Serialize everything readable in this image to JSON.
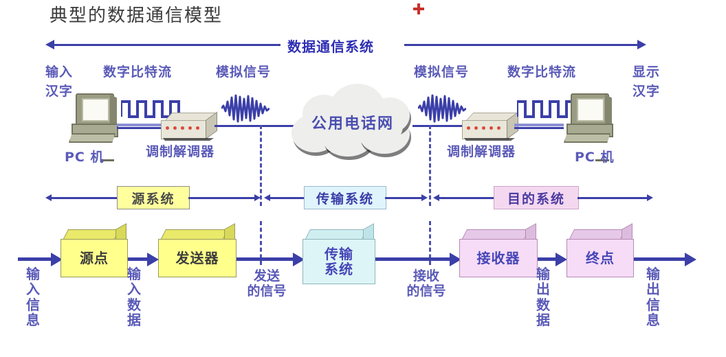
{
  "title": "典型的数据通信模型",
  "marker": {
    "glyph": "+",
    "color": "#c9302c"
  },
  "top_band": {
    "label": "数据通信系统"
  },
  "physical_row": {
    "left_input_label": "输入\n汉字",
    "left_input_line1": "输入",
    "left_input_line2": "汉字",
    "digital_left": "数字比特流",
    "analog_left": "模拟信号",
    "cloud": "公用电话网",
    "analog_right": "模拟信号",
    "digital_right": "数字比特流",
    "right_output_line1": "显示",
    "right_output_line2": "汉字",
    "pc_left": "PC 机",
    "modem_left": "调制解调器",
    "modem_right": "调制解调器",
    "pc_right": "PC 机"
  },
  "systems_band": {
    "source": "源系统",
    "transmission": "传输系统",
    "destination": "目的系统"
  },
  "flow_row": {
    "input_information": [
      "输",
      "入",
      "信",
      "息"
    ],
    "source_point": "源点",
    "input_data": [
      "输",
      "入",
      "数",
      "据"
    ],
    "transmitter": "发送器",
    "sent_signal_line1": "发送",
    "sent_signal_line2": "的信号",
    "transmission_system_line1": "传输",
    "transmission_system_line2": "系统",
    "received_signal_line1": "接收",
    "received_signal_line2": "的信号",
    "receiver": "接收器",
    "output_data": [
      "输",
      "出",
      "数",
      "据"
    ],
    "endpoint": "终点",
    "output_information": [
      "输",
      "出",
      "信",
      "息"
    ]
  },
  "colors": {
    "arrow_blue": "#3b3fa8",
    "text_blue": "#5a5ab8",
    "band_blue": "#2f2fb5",
    "yellow_face": "#ffff8c",
    "cyan_face": "#ddf5f6",
    "pink_face": "#f6dcf6",
    "title_gray": "#3c3c3c",
    "marker_red": "#c9302c",
    "modem_led": "#d94b3a"
  }
}
